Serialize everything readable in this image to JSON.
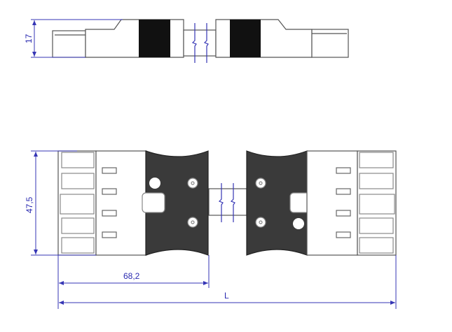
{
  "dimensions": {
    "height_side": "17",
    "height_front": "47,5",
    "half_length": "68,2",
    "total_length": "L"
  },
  "colors": {
    "dimension": "#3535b5",
    "outline": "#555555",
    "grip": "#3a3a3a",
    "band": "#111111"
  }
}
